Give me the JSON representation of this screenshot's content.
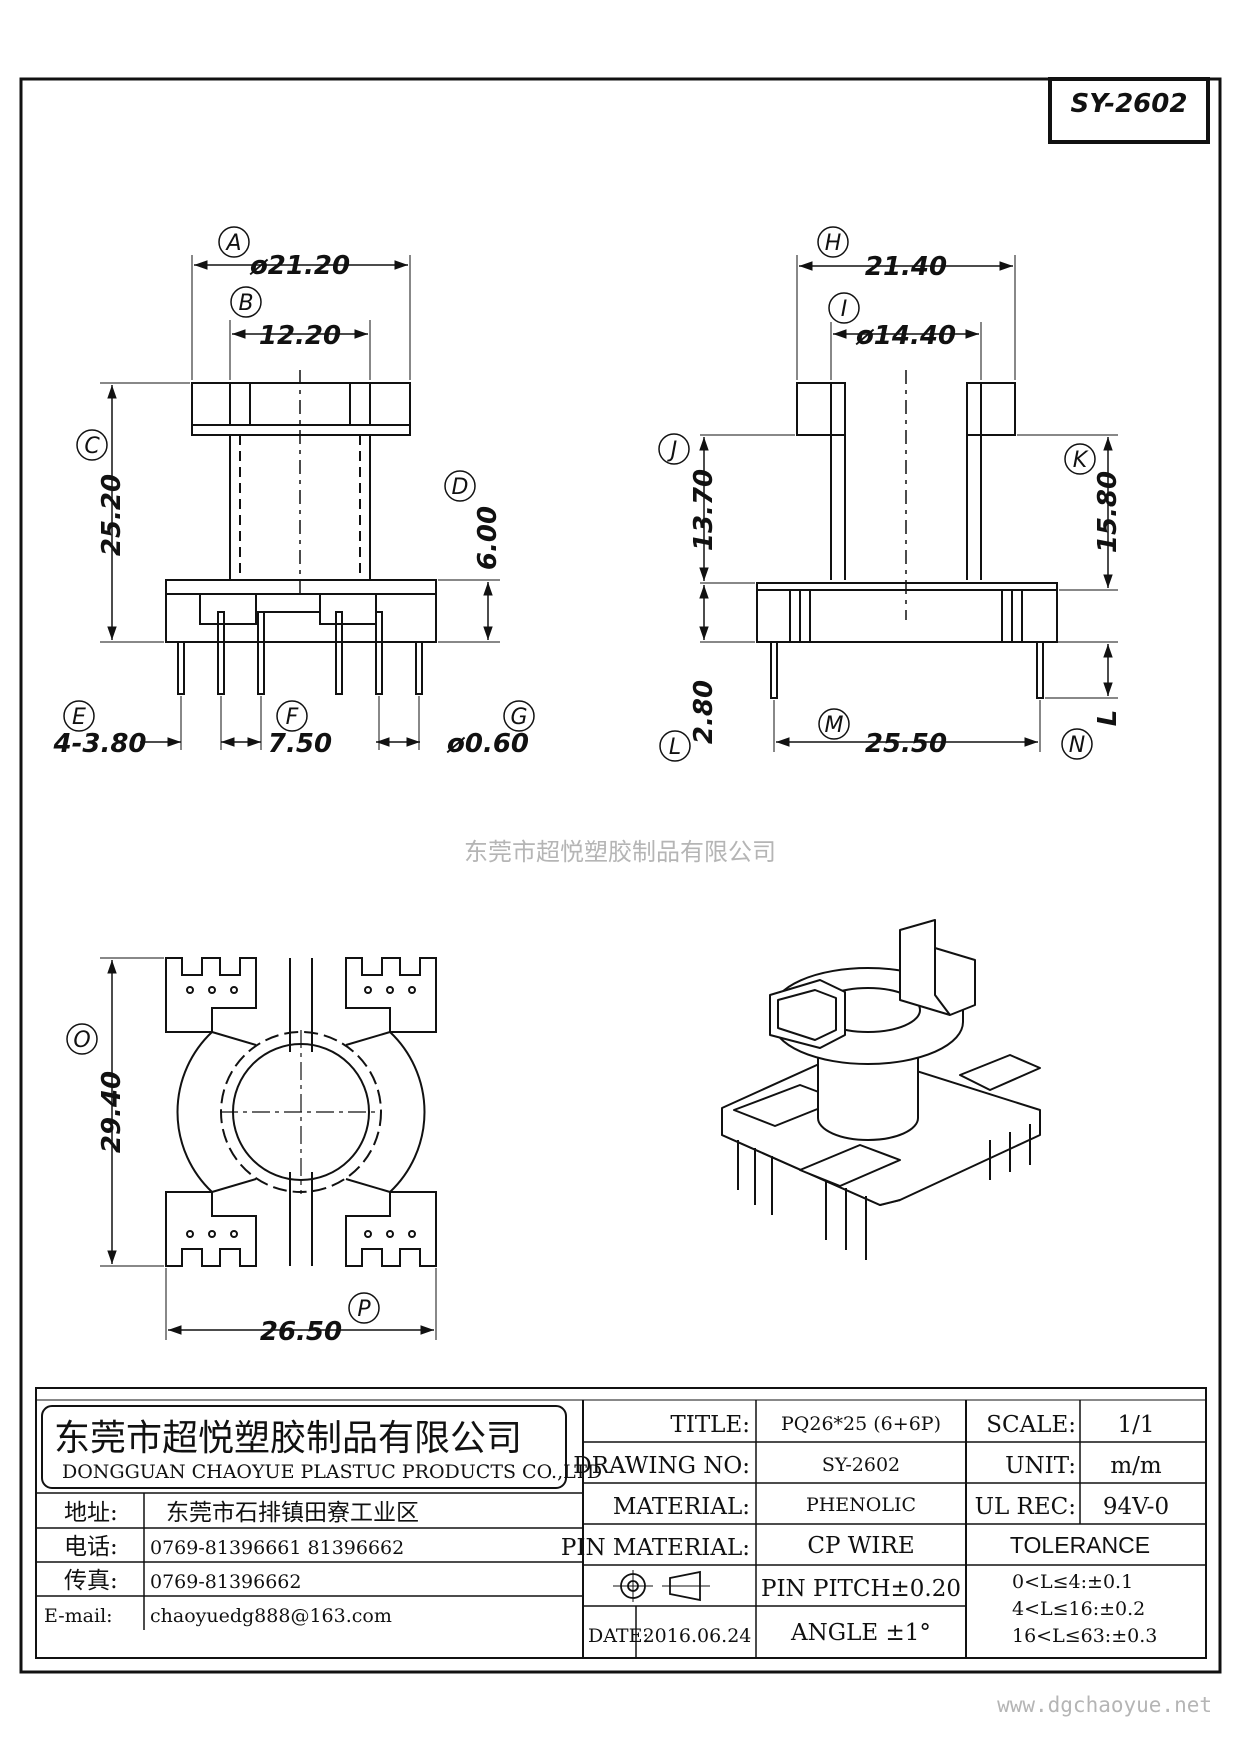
{
  "part_number": "SY-2602",
  "watermark_company": "东莞市超悦塑胶制品有限公司",
  "website": "www.dgchaoyue.net",
  "dimensions": {
    "A": {
      "label": "A",
      "value": "ø21.20"
    },
    "B": {
      "label": "B",
      "value": "12.20"
    },
    "C": {
      "label": "C",
      "value": "25.20"
    },
    "D": {
      "label": "D",
      "value": "6.00"
    },
    "E": {
      "label": "E",
      "value": "4-3.80"
    },
    "F": {
      "label": "F",
      "value": "7.50"
    },
    "G": {
      "label": "G",
      "value": "ø0.60"
    },
    "H": {
      "label": "H",
      "value": "21.40"
    },
    "I": {
      "label": "I",
      "value": "ø14.40"
    },
    "J": {
      "label": "J",
      "value": "13.70"
    },
    "K": {
      "label": "K",
      "value": "15.80"
    },
    "L": {
      "label": "L",
      "value": "2.80"
    },
    "M": {
      "label": "M",
      "value": "25.50"
    },
    "N": {
      "label": "N",
      "value": "L"
    },
    "O": {
      "label": "O",
      "value": "29.40"
    },
    "P": {
      "label": "P",
      "value": "26.50"
    }
  },
  "title_block": {
    "company_cn": "东莞市超悦塑胶制品有限公司",
    "company_en": "DONGGUAN CHAOYUE PLASTUC PRODUCTS CO.,LTD",
    "address_label": "地址:",
    "address": "东莞市石排镇田寮工业区",
    "phone_label": "电话:",
    "phone": "0769-81396661  81396662",
    "fax_label": "传真:",
    "fax": "0769-81396662",
    "email_label": "E-mail:",
    "email": "chaoyuedg888@163.com",
    "title_label": "TITLE:",
    "title": "PQ26*25 (6+6P)",
    "drawing_no_label": "DRAWING NO:",
    "drawing_no": "SY-2602",
    "material_label": "MATERIAL:",
    "material": "PHENOLIC",
    "pin_material_label": "PIN MATERIAL:",
    "pin_material": "CP WIRE",
    "pin_pitch": "PIN PITCH±0.20",
    "date_label": "DATE:",
    "date": "2016.06.24",
    "angle": "ANGLE  ±1°",
    "scale_label": "SCALE:",
    "scale": "1/1",
    "unit_label": "UNIT:",
    "unit": "m/m",
    "ul_label": "UL REC:",
    "ul": "94V-0",
    "tolerance_label": "TOLERANCE",
    "tolerances": [
      "0<L≤4:±0.1",
      "4<L≤16:±0.2",
      "16<L≤63:±0.3"
    ]
  }
}
